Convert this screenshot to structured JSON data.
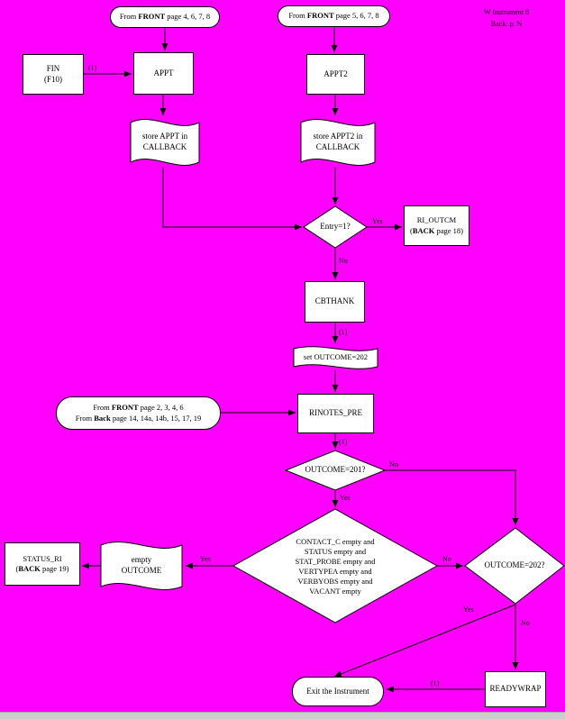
{
  "page": {
    "bg": "#ff00ff",
    "line_color": "#000000",
    "shape_fill": "#ffffff"
  },
  "corner_note": {
    "l1": "W Instrument 8",
    "l2": "Back:  p. N"
  },
  "nodes": {
    "start_left": {
      "l1": [
        "From ",
        "FRONT",
        " page 4, 6, 7, 8"
      ]
    },
    "start_right": {
      "l1": [
        "From ",
        "FRONT",
        " page 5, 6, 7, 8"
      ]
    },
    "fin": {
      "l1": "FIN",
      "l2": "(F10)"
    },
    "appt": {
      "l1": "APPT"
    },
    "appt2": {
      "l1": "APPT2"
    },
    "store_appt": {
      "l1": "store APPT in",
      "l2": "CALLBACK"
    },
    "store_appt2": {
      "l1": "store APPT2 in",
      "l2": "CALLBACK"
    },
    "entry": {
      "l1": "Entry=1?"
    },
    "ri_outcm": {
      "l1": "RI_OUTCM",
      "l2": [
        "(",
        "BACK",
        " page 18)"
      ]
    },
    "cbthank": {
      "l1": "CBTHANK"
    },
    "set_outcome": {
      "l1": "set OUTCOME=202"
    },
    "rinotes_pre": {
      "l1": "RINOTES_PRE"
    },
    "from_front_back": {
      "l1": [
        "From ",
        "FRONT",
        " page 2, 3, 4, 6"
      ],
      "l2": [
        "From ",
        "Back",
        " page 14, 14a, 14b, 15, 17, 19"
      ]
    },
    "outcome201": {
      "l1": "OUTCOME=201?"
    },
    "big_condition": {
      "l1": "CONTACT_C empty and",
      "l2": "STATUS empty and",
      "l3": "STAT_PROBE empty and",
      "l4": "VERTYPEA empty and",
      "l5": "VERBYOBS empty and",
      "l6": "VACANT empty"
    },
    "empty_outcome": {
      "l1": "empty",
      "l2": "OUTCOME"
    },
    "status_ri": {
      "l1": "STATUS_RI",
      "l2": [
        "(",
        "BACK",
        " page 19)"
      ]
    },
    "outcome202": {
      "l1": "OUTCOME=202?"
    },
    "readywrap": {
      "l1": "READYWRAP"
    },
    "exit": {
      "l1": "Exit the Instrument"
    }
  },
  "edge_labels": {
    "fin_to_appt": "(1)",
    "entry_yes": "Yes",
    "entry_no": "No",
    "cbthank_out": "(1)",
    "rinotes_out": "(1)",
    "outcome201_no": "No",
    "outcome201_yes": "Yes",
    "big_yes": "Yes",
    "big_no": "No",
    "outcome202_yes": "Yes",
    "outcome202_no": "No",
    "readywrap_to_exit": "(1)"
  }
}
